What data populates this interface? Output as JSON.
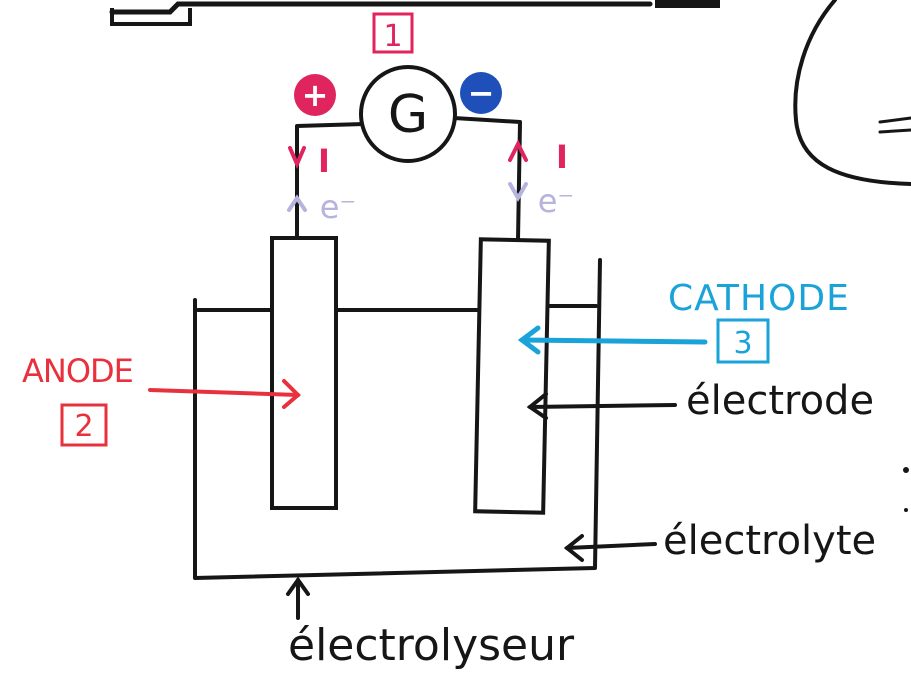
{
  "colors": {
    "ink": "#161616",
    "red": "#e8313d",
    "pink": "#e0245e",
    "blue": "#1aa3d9",
    "navy": "#1f4fb8",
    "lavender": "#b6b3dd"
  },
  "galvanometer": {
    "symbol": "G",
    "number": "1",
    "plus": "+",
    "minus": "−"
  },
  "current": {
    "left_label": "I",
    "right_label": "I"
  },
  "electrons": {
    "left_label": "e⁻",
    "right_label": "e⁻"
  },
  "anode": {
    "label": "ANODE",
    "number": "2"
  },
  "cathode": {
    "label": "CATHODE",
    "number": "3"
  },
  "labels": {
    "electrode": "électrode",
    "electrolyte": "électrolyte",
    "electrolyseur": "électrolyseur"
  }
}
